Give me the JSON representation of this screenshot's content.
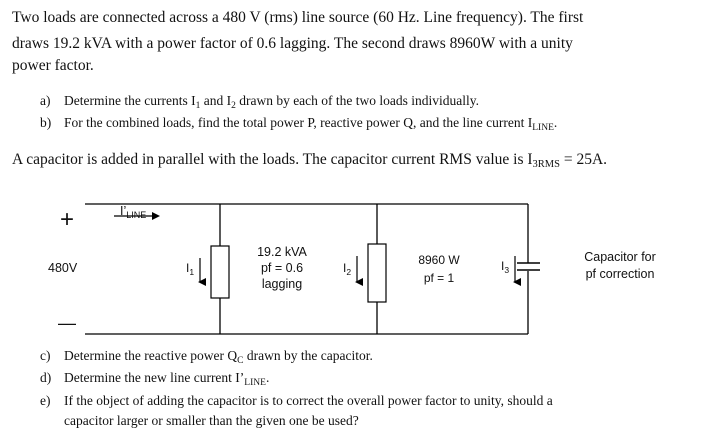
{
  "problem": {
    "intro_line1": "Two loads are connected across a 480 V (rms) line source (60 Hz. Line frequency).  The first",
    "intro_line2": "draws 19.2 kVA with a power factor of 0.6 lagging.  The second draws 8960W with a unity",
    "intro_line3": "power factor.",
    "part_a_label": "a)",
    "part_a_text_pre": "Determine the currents I",
    "part_a_sub1": "1",
    "part_a_text_mid": " and I",
    "part_a_sub2": "2",
    "part_a_text_post": " drawn by each of the two loads individually.",
    "part_b_label": "b)",
    "part_b_text_pre": "For the combined loads, find the total power P, reactive power Q, and the line current I",
    "part_b_sub": "LINE",
    "part_b_text_post": ".",
    "capacitor_pre": "A capacitor is added in parallel with the loads.  The capacitor current RMS value is I",
    "capacitor_sub": "3RMS",
    "capacitor_post": " = 25A.",
    "part_c_label": "c)",
    "part_c_text_pre": "Determine the reactive power Q",
    "part_c_sub": "C",
    "part_c_text_post": " drawn by the capacitor.",
    "part_d_label": "d)",
    "part_d_text_pre": "Determine the new line current I’",
    "part_d_sub": "LINE",
    "part_d_text_post": ".",
    "part_e_label": "e)",
    "part_e_line1": "If the object of adding the capacitor is to correct the overall power factor to unity, should a",
    "part_e_line2": "capacitor larger or smaller than the given one be used?"
  },
  "circuit": {
    "plus": "+",
    "minus": "—",
    "source_voltage": "480V",
    "line_current_main": "I’",
    "line_current_sub": "LINE",
    "i1_main": "I",
    "i1_sub": "1",
    "i2_main": "I",
    "i2_sub": "2",
    "i3_main": "I",
    "i3_sub": "3",
    "load1_line1": "19.2 kVA",
    "load1_line2": "pf = 0.6",
    "load1_line3": "lagging",
    "load2_line1": "8960 W",
    "load2_line2": "pf = 1",
    "cap_line1": "Capacitor for",
    "cap_line2": "pf correction"
  }
}
